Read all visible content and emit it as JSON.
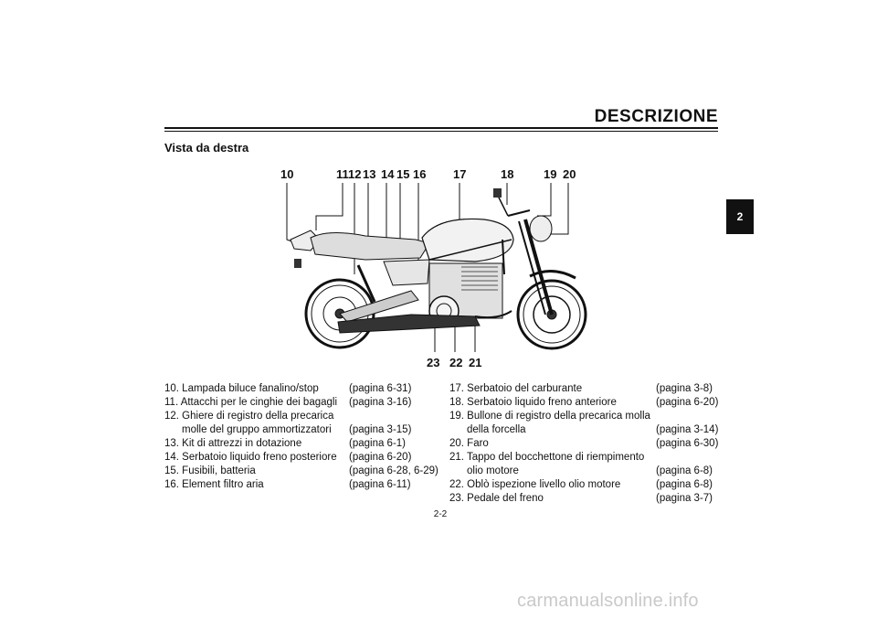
{
  "header": {
    "title": "DESCRIZIONE"
  },
  "chapter_tab": "2",
  "section_title": "Vista da destra",
  "callouts": {
    "c10": "10",
    "c11": "11",
    "c12": "12",
    "c13": "13",
    "c14": "14",
    "c15": "15",
    "c16": "16",
    "c17": "17",
    "c18": "18",
    "c19": "19",
    "c20": "20",
    "c21": "21",
    "c22": "22",
    "c23": "23"
  },
  "left_items": [
    {
      "text": "10. Lampada biluce fanalino/stop",
      "page": "(pagina 6-31)"
    },
    {
      "text": "11. Attacchi per le cinghie dei bagagli",
      "page": "(pagina 3-16)"
    },
    {
      "text": "12. Ghiere di registro della precarica",
      "page": ""
    },
    {
      "text": "molle del gruppo ammortizzatori",
      "page": "(pagina 3-15)"
    },
    {
      "text": "13. Kit di attrezzi in dotazione",
      "page": "(pagina 6-1)"
    },
    {
      "text": "14. Serbatoio liquido freno posteriore",
      "page": "(pagina 6-20)"
    },
    {
      "text": "15. Fusibili, batteria",
      "page": "(pagina 6-28, 6-29)"
    },
    {
      "text": "16. Element filtro aria",
      "page": "(pagina 6-11)"
    }
  ],
  "right_items": [
    {
      "text": "17. Serbatoio del carburante",
      "page": "(pagina 3-8)"
    },
    {
      "text": "18. Serbatoio liquido freno anteriore",
      "page": "(pagina 6-20)"
    },
    {
      "text": "19. Bullone di registro della precarica molla",
      "page": ""
    },
    {
      "text": "della forcella",
      "page": "(pagina 3-14)"
    },
    {
      "text": "20. Faro",
      "page": "(pagina 6-30)"
    },
    {
      "text": "21. Tappo del bocchettone di riempimento",
      "page": ""
    },
    {
      "text": "olio motore",
      "page": "(pagina 6-8)"
    },
    {
      "text": "22. Oblò ispezione livello olio motore",
      "page": "(pagina 6-8)"
    },
    {
      "text": "23. Pedale del freno",
      "page": "(pagina 3-7)"
    }
  ],
  "page_number": "2-2",
  "watermark": "carmanualsonline.info"
}
